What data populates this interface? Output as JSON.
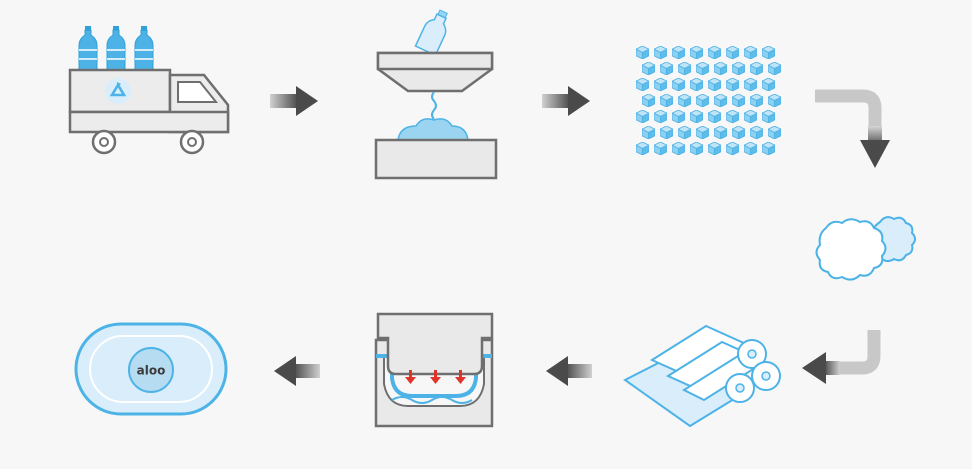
{
  "diagram": {
    "type": "recycling-process-flow",
    "colors": {
      "background": "#f7f7f7",
      "outline": "#6f6f6f",
      "machine_fill": "#e9e9e9",
      "accent_blue": "#4db3e6",
      "light_blue": "#d9eefa",
      "arrow_dark": "#555555",
      "arrow_light": "#c8c8c8",
      "heat_red": "#e0342b"
    },
    "steps": [
      {
        "id": "collect",
        "icon": "recycling-truck-with-bottles-icon"
      },
      {
        "id": "crush",
        "icon": "bottle-crusher-press-icon"
      },
      {
        "id": "flakes",
        "icon": "plastic-flakes-icon"
      },
      {
        "id": "fiber",
        "icon": "fiber-tufts-icon"
      },
      {
        "id": "fabric",
        "icon": "fabric-rolls-icon"
      },
      {
        "id": "mold",
        "icon": "heat-press-mold-icon"
      },
      {
        "id": "product",
        "icon": "finished-product-icon"
      }
    ],
    "product_logo_text": "aloo"
  }
}
